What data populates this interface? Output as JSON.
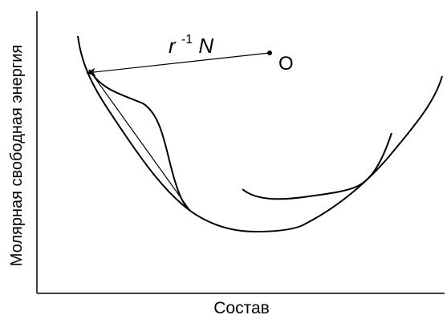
{
  "labels": {
    "y_axis": "Молярная свободная энергия",
    "x_axis": "Состав",
    "vector_r": "r",
    "vector_sup": "-1",
    "vector_n": "N",
    "point": "O"
  },
  "colors": {
    "ink": "#000000",
    "background": "#ffffff"
  }
}
